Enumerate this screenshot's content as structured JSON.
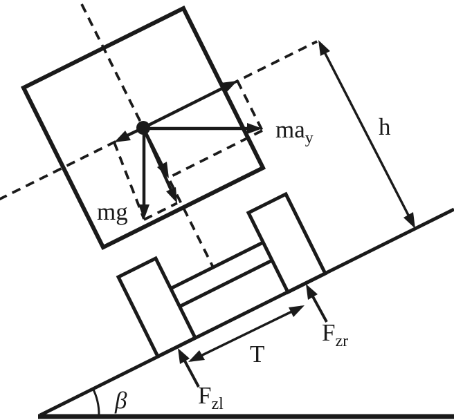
{
  "figure": {
    "kind": "vehicle-on-incline-free-body-diagram"
  },
  "labels": {
    "gravity_force": "mg",
    "lateral_force_main": "ma",
    "lateral_force_sub": "y",
    "cg_height": "h",
    "track_width": "T",
    "normal_force_left_main": "F",
    "normal_force_left_sub": "zl",
    "normal_force_right_main": "F",
    "normal_force_right_sub": "zr",
    "slope_angle": "β"
  },
  "colors": {
    "ink": "#1a1a1a",
    "background": "#ffffff"
  }
}
